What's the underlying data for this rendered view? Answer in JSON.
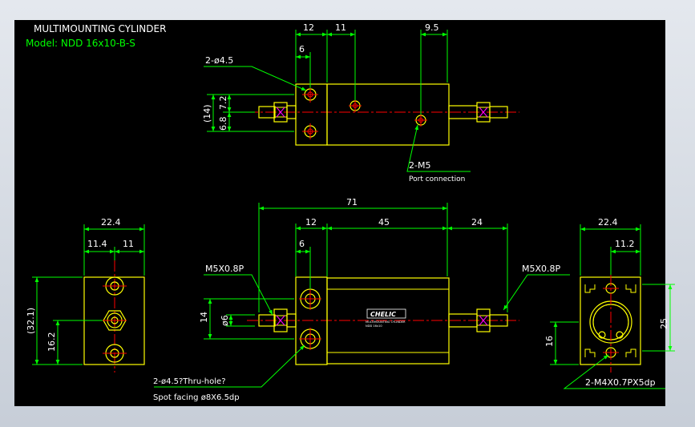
{
  "header": {
    "title": "MULTIMOUNTING CYLINDER",
    "model": "Model: NDD 16x10-B-S"
  },
  "colors": {
    "background": "#000000",
    "outline": "#ffff00",
    "dimension": "#00ff00",
    "centerline": "#ff0000",
    "text": "#ffffff",
    "hatch": "#ff00ff"
  },
  "top_view": {
    "dims": {
      "d12": "12",
      "d11": "11",
      "d9_5": "9.5",
      "d6": "6",
      "d14": "(14)",
      "d7_2": "7.2",
      "d6_8": "6.8"
    },
    "notes": {
      "hole": "2-ø4.5",
      "port": "2-M5",
      "port_desc": "Port connection"
    }
  },
  "front_view": {
    "dims": {
      "d71": "71",
      "d12": "12",
      "d45": "45",
      "d24": "24",
      "d6": "6",
      "d14": "14",
      "phi6": "ø6"
    },
    "notes": {
      "thread_left": "M5X0.8P",
      "thread_right": "M5X0.8P",
      "thru": "2-ø4.5?Thru-hole?",
      "spot": "Spot facing  ø8X6.5dp"
    },
    "logo": "CHELIC",
    "plate_lines": [
      "MULTIMOUNTING CYLINDER",
      "NDD 16x10"
    ]
  },
  "left_view": {
    "dims": {
      "d22_4": "22.4",
      "d11_4": "11.4",
      "d11": "11",
      "d32_1": "(32.1)",
      "d16_2": "16.2"
    }
  },
  "right_view": {
    "dims": {
      "d22_4": "22.4",
      "d11_2": "11.2",
      "d25": "25",
      "d16": "16"
    },
    "notes": {
      "thread": "2-M4X0.7PX5dp"
    }
  }
}
